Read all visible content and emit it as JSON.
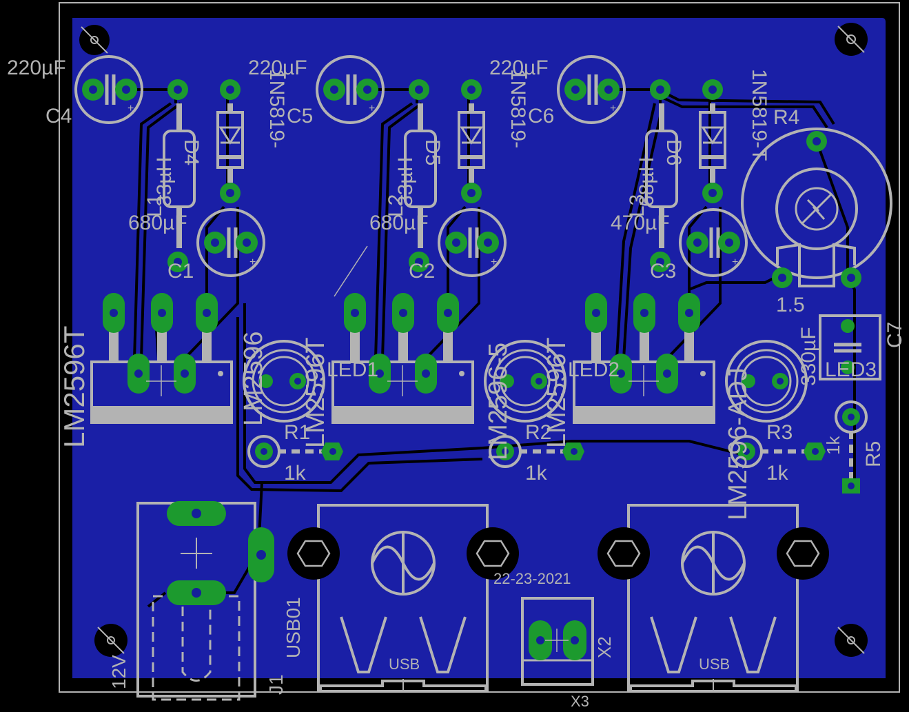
{
  "components": {
    "c4": {
      "ref": "C4",
      "value": "220µF"
    },
    "c5": {
      "ref": "C5",
      "value": "220µF"
    },
    "c6": {
      "ref": "C6",
      "value": "220µF"
    },
    "c1": {
      "ref": "C1",
      "value": "680µF"
    },
    "c2": {
      "ref": "C2",
      "value": "680µF"
    },
    "c3": {
      "ref": "C3",
      "value": "470µF"
    },
    "c7": {
      "ref": "C7",
      "value": "330µF"
    },
    "d4": {
      "ref": "D4",
      "value": "1N5819-"
    },
    "d5": {
      "ref": "D5",
      "value": "1N5819-"
    },
    "d6": {
      "ref": "D6",
      "value": "1N5819-T"
    },
    "l1": {
      "ref": "L1",
      "value": "33µH"
    },
    "l2": {
      "ref": "L2",
      "value": "33µH"
    },
    "l3": {
      "ref": "L3",
      "value": "68µH"
    },
    "ic1": {
      "ref": "LM2596T",
      "value": "LM2596"
    },
    "ic2": {
      "ref": "LM2596T",
      "value": "LM2596-5"
    },
    "ic3": {
      "ref": "LM2596T",
      "value": "LM2596-ADJ"
    },
    "led1": {
      "ref": "LED1"
    },
    "led2": {
      "ref": "LED2"
    },
    "led3": {
      "ref": "LED3"
    },
    "r1": {
      "ref": "R1",
      "value": "1k"
    },
    "r2": {
      "ref": "R2",
      "value": "1k"
    },
    "r3": {
      "ref": "R3",
      "value": "1k"
    },
    "r4": {
      "ref": "R4"
    },
    "r4_val": "1.5",
    "r5": {
      "ref": "R5",
      "value": "1k"
    },
    "j1": {
      "ref": "J1",
      "value": "12V"
    },
    "usb1": {
      "ref": "USB01",
      "label": "USB"
    },
    "usb2": {
      "label": "USB"
    },
    "x2": {
      "ref": "X2"
    },
    "x3": {
      "ref": "X3"
    },
    "date": "22-23-2021"
  },
  "colors": {
    "background": "#000000",
    "board": "#1a1fa6",
    "copper_pad": "#1c9a2e",
    "silkscreen": "#b3b3b3",
    "trace": "#000000"
  }
}
